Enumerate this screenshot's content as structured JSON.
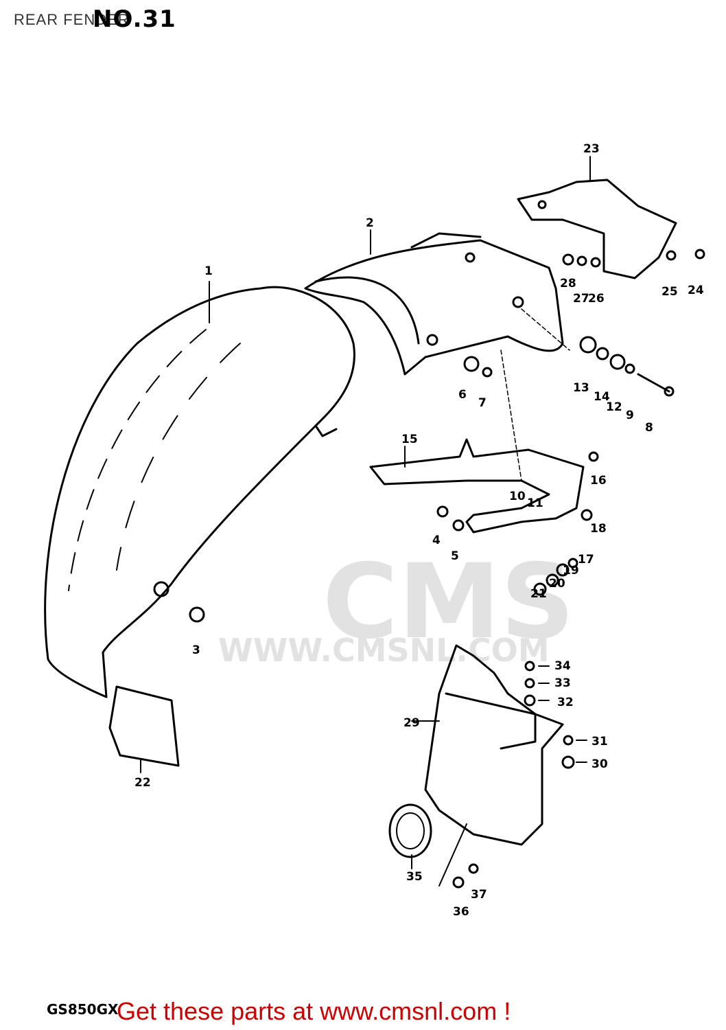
{
  "header": {
    "section_title": "REAR FENDER",
    "figure_number": "NO.31"
  },
  "footer": {
    "model_code": "GS850GX",
    "call_to_action": "Get these parts at www.cmsnl.com !",
    "cta_color": "#cc0000"
  },
  "watermark": {
    "brand": "CMS",
    "url": "WWW.CMSNL.COM"
  },
  "callouts": [
    "1",
    "2",
    "3",
    "4",
    "5",
    "6",
    "7",
    "8",
    "9",
    "10",
    "11",
    "12",
    "13",
    "14",
    "15",
    "16",
    "17",
    "18",
    "19",
    "20",
    "21",
    "22",
    "23",
    "24",
    "25",
    "26",
    "27",
    "28",
    "29",
    "30",
    "31",
    "32",
    "33",
    "34",
    "35",
    "36",
    "37"
  ]
}
